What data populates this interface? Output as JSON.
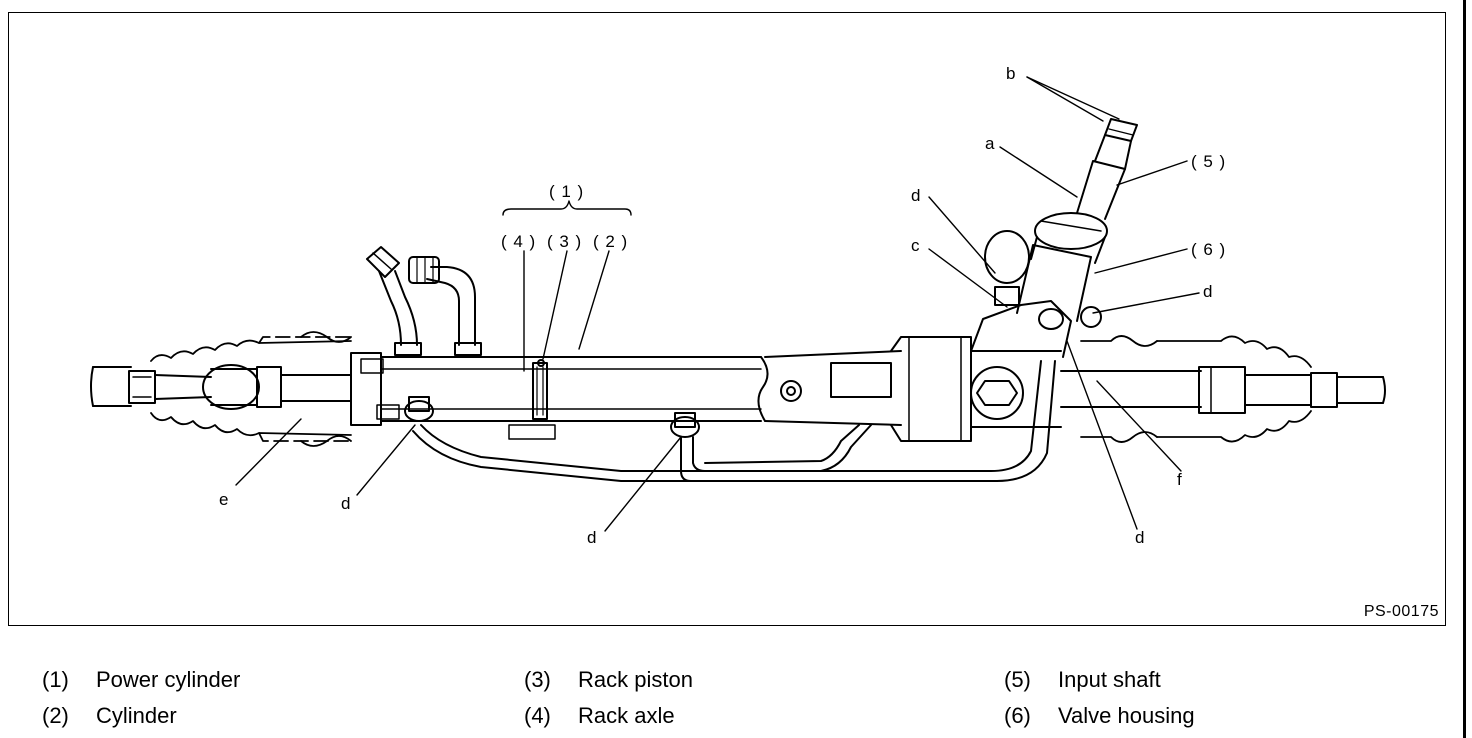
{
  "figure": {
    "id_code": "PS-00175",
    "callouts": {
      "group": "( 1 )",
      "n2": "( 2 )",
      "n3": "( 3 )",
      "n4": "( 4 )",
      "n5": "( 5 )",
      "n6": "( 6 )",
      "a": "a",
      "b": "b",
      "c": "c",
      "d": "d",
      "e": "e",
      "f": "f"
    }
  },
  "legend": [
    {
      "num": "(1)",
      "label": "Power cylinder"
    },
    {
      "num": "(2)",
      "label": "Cylinder"
    },
    {
      "num": "(3)",
      "label": "Rack piston"
    },
    {
      "num": "(4)",
      "label": "Rack axle"
    },
    {
      "num": "(5)",
      "label": "Input shaft"
    },
    {
      "num": "(6)",
      "label": "Valve housing"
    }
  ]
}
